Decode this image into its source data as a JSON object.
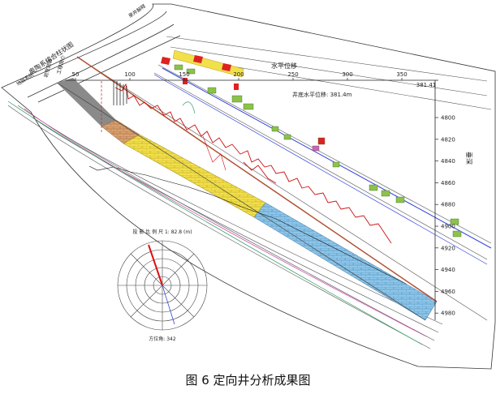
{
  "figure": {
    "caption": "图 6  定向井分析成果图",
    "top_axis": {
      "title": "水平位移",
      "ticks": [
        "50",
        "100",
        "150",
        "200",
        "250",
        "300",
        "350"
      ],
      "end_value": "381.41"
    },
    "depth_axis": {
      "title": "垂深",
      "ticks": [
        "4800",
        "4820",
        "4840",
        "4860",
        "4880",
        "4900",
        "4920",
        "4940",
        "4960",
        "4980"
      ]
    },
    "well_bottom_displacement": "井底水平位移: 381.4m",
    "column_title": "奥陶系综合柱状图",
    "column_headers": [
      "地层系统",
      "岩性剖面",
      "工程简介",
      "录井解释"
    ],
    "polar_inset": {
      "title": "投 影 比 例 尺 1: 82.8 (m)",
      "azimuth_label": "方位角: 342"
    }
  },
  "colors": {
    "yellow_zone": "#f2e04a",
    "blue_zone": "#8ec6ea",
    "brown_zone": "#d9a070",
    "gray_zone": "#8a8a8a",
    "green_marker": "#8bc34a",
    "red_trace": "#cc1111",
    "blue_line": "#3344dd"
  }
}
